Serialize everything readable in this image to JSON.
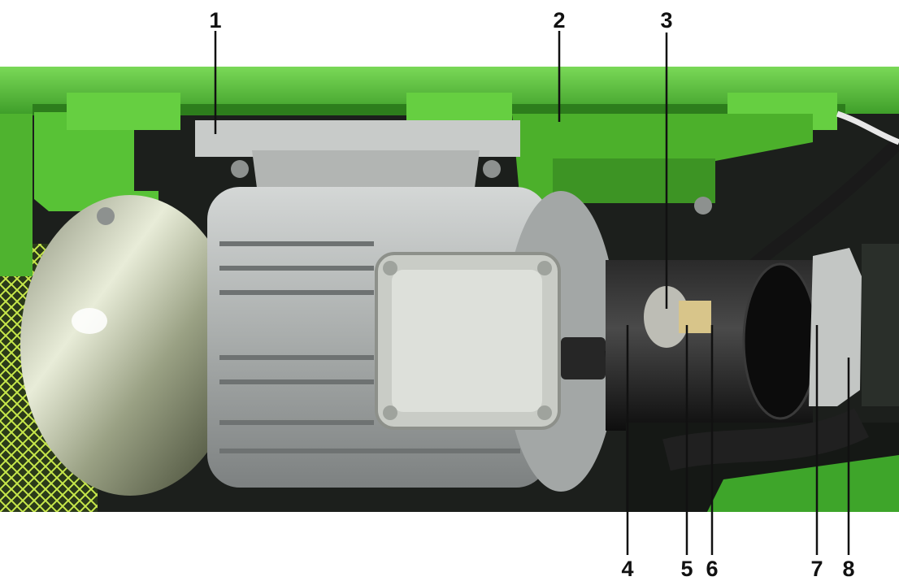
{
  "callouts": [
    {
      "id": "1",
      "label": "1"
    },
    {
      "id": "2",
      "label": "2"
    },
    {
      "id": "3",
      "label": "3"
    },
    {
      "id": "4",
      "label": "4"
    },
    {
      "id": "5",
      "label": "5"
    },
    {
      "id": "6",
      "label": "6"
    },
    {
      "id": "7",
      "label": "7"
    },
    {
      "id": "8",
      "label": "8"
    }
  ],
  "colors": {
    "frame_green": "#5cc83a",
    "frame_green_dark": "#2f8a1f",
    "motor_silver": "#b9bcbc",
    "background_dark": "#1c1f1c"
  },
  "icons": [
    "electric-motor",
    "terminal-box",
    "coupling",
    "hydraulic-pump",
    "mounting-bracket",
    "cable-gland"
  ]
}
